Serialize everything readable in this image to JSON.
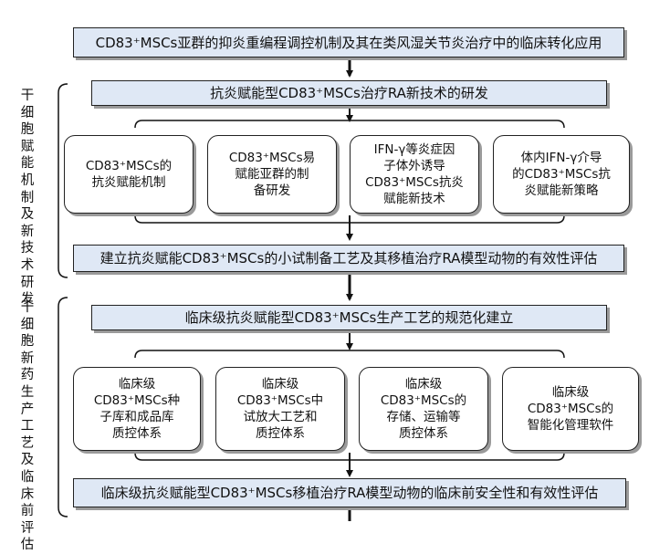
{
  "title": "CD83⁺MSCs亚群的抑炎重编程调控机制及其在类风湿关节炎治疗中的临床转化应用",
  "section1": {
    "label": "干细胞赋能机制及新技术研发",
    "top": "抗炎赋能型CD83⁺MSCs治疗RA新技术的研发",
    "boxes": [
      "CD83⁺MSCs的\n抗炎赋能机制",
      "CD83⁺MSCs易\n赋能亚群的制\n备研发",
      "IFN-γ等炎症因\n子体外诱导\nCD83⁺MSCs抗炎\n赋能新技术",
      "体内IFN-γ介导\n的CD83⁺MSCs抗\n炎赋能新策略"
    ],
    "bottom": "建立抗炎赋能CD83⁺MSCs的小试制备工艺及其移植治疗RA模型动物的有效性评估"
  },
  "section2": {
    "label": "干细胞新药生产工艺及临床前评估",
    "top": "临床级抗炎赋能型CD83⁺MSCs生产工艺的规范化建立",
    "boxes": [
      "临床级\nCD83⁺MSCs种\n子库和成品库\n质控体系",
      "临床级\nCD83⁺MSCs中\n试放大工艺和\n质控体系",
      "临床级\nCD83⁺MSCs的\n存储、运输等\n质控体系",
      "临床级\nCD83⁺MSCs的\n智能化管理软件"
    ],
    "bottom": "临床级抗炎赋能型CD83⁺MSCs移植治疗RA模型动物的临床前安全性和有效性评估"
  }
}
